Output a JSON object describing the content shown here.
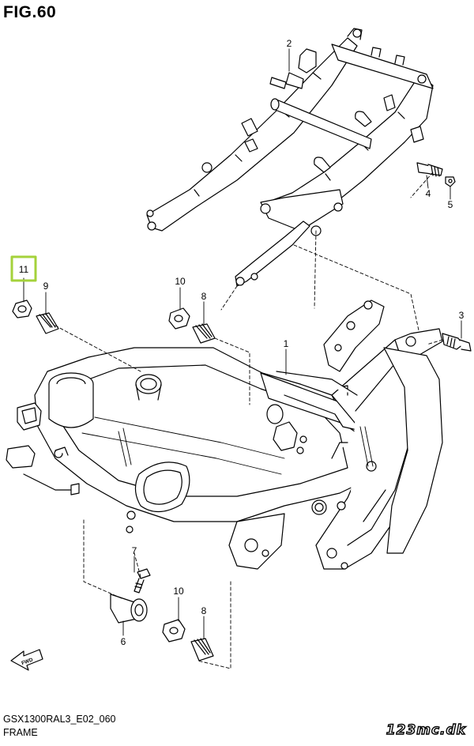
{
  "figure": {
    "title": "FIG.60"
  },
  "footer": {
    "model_code": "GSX1300RAL3_E02_060",
    "section_name": "FRAME",
    "brand": "123mc.dk"
  },
  "callouts": {
    "part_1": "1",
    "part_2": "2",
    "part_3": "3",
    "part_4": "4",
    "part_5": "5",
    "part_6": "6",
    "part_7": "7",
    "part_8_upper": "8",
    "part_8_lower": "8",
    "part_9": "9",
    "part_10_upper": "10",
    "part_10_lower": "10",
    "part_11": "11"
  },
  "selected_callout": "11",
  "forward_arrow_label": "FWD",
  "colors": {
    "line": "#000000",
    "fill": "#ffffff",
    "highlight": "#a4d23b"
  }
}
